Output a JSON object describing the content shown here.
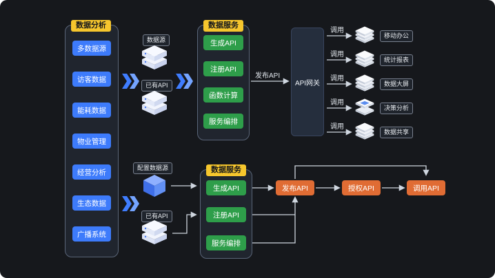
{
  "colors": {
    "background": "#16181c",
    "panel_border": "#5a6578",
    "badge_yellow": "#f6c62d",
    "node_blue": "#3d7bfb",
    "node_green": "#2e9e4a",
    "node_orange": "#e06c34",
    "gateway_bg": "#252e3d",
    "connector_line": "#cfd6df",
    "flow_arrow_blue": "#3f7dff"
  },
  "left_panel": {
    "title": "数据分析",
    "items": [
      "多数据源",
      "访客数据",
      "能耗数据",
      "物业管理",
      "经营分析",
      "生态数据",
      "广播系统"
    ]
  },
  "top_flow": {
    "source_label": "数据源",
    "existing_api_label": "已有API",
    "service_panel": {
      "title": "数据服务",
      "items": [
        "生成API",
        "注册API",
        "函数计算",
        "服务编排"
      ]
    },
    "publish_label": "发布API",
    "gateway_label": "API网关",
    "call_label": "调用",
    "consumers": [
      "移动办公",
      "统计报表",
      "数据大屏",
      "决策分析",
      "数据共享"
    ]
  },
  "bottom_flow": {
    "config_source_label": "配置数据源",
    "existing_api_label": "已有API",
    "service_panel": {
      "title": "数据服务",
      "items": [
        "生成API",
        "注册API",
        "服务编排"
      ]
    },
    "steps": [
      "发布API",
      "授权API",
      "调用API"
    ]
  }
}
